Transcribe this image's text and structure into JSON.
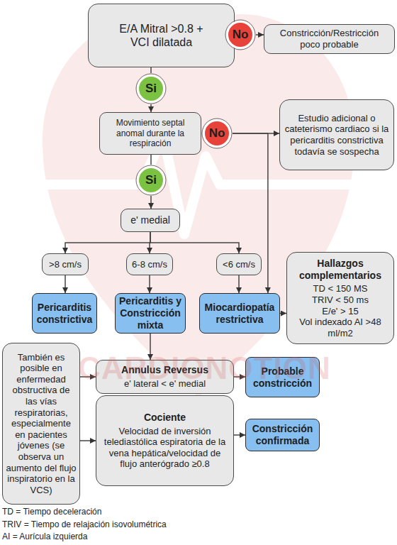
{
  "diagram": {
    "nodes": [
      {
        "text": [
          "E/A Mitral >0.8 + VCI dilatada"
        ]
      },
      {
        "text": [
          "No"
        ]
      },
      {
        "text": [
          "Constricción/Restricción poco probable"
        ]
      },
      {
        "text": [
          "Si"
        ]
      },
      {
        "text": [
          "Movimiento septal anomal durante la respiración"
        ]
      },
      {
        "text": [
          "No"
        ]
      },
      {
        "text": [
          "Estudio adicional o cateterismo cardiaco si la pericarditis constrictiva todavía se sospecha"
        ]
      },
      {
        "text": [
          "Si"
        ]
      },
      {
        "text": [
          "e' medial"
        ]
      },
      {
        "text": [
          ">8 cm/s"
        ]
      },
      {
        "text": [
          "6-8 cm/s"
        ]
      },
      {
        "text": [
          "<6 cm/s"
        ]
      },
      {
        "text": [
          "Pericarditis constrictiva"
        ]
      },
      {
        "text": [
          "Pericarditis y Constricción mixta"
        ]
      },
      {
        "text": [
          "Miocardiopatía restrictiva"
        ]
      },
      {
        "text": [
          "Hallazgos complementarios",
          "TD < 150 MS",
          "TRIV < 50 ms",
          "E/e' > 15",
          "Vol indexado AI >48 ml/m2"
        ]
      },
      {
        "text": [
          "También es posible en enfermedad obstructiva de las vías respiratorias, especialmente en pacientes jóvenes (se observa un aumento del flujo inspiratorio en la VCS)"
        ]
      },
      {
        "text": [
          "Annulus Reversus",
          "e' lateral < e' medial"
        ]
      },
      {
        "text": [
          "Probable constricción"
        ]
      },
      {
        "text": [
          "Cociente",
          "Velocidad de inversión telediastólica espiratoria de la vena hepática/velocidad de flujo anterógrado ≥0.8"
        ]
      },
      {
        "text": [
          "Constricción confirmada"
        ]
      }
    ],
    "edges": [
      {
        "from": 0,
        "to": 1,
        "arrow": "none"
      },
      {
        "from": 1,
        "to": 2,
        "arrow": "to"
      },
      {
        "from": 0,
        "to": 3,
        "arrow": "none"
      },
      {
        "from": 3,
        "to": 4,
        "arrow": "to"
      },
      {
        "from": 4,
        "to": 5,
        "arrow": "none"
      },
      {
        "from": 5,
        "to": 6,
        "arrow": "to"
      },
      {
        "from": 5,
        "to": 14,
        "arrow": "to"
      },
      {
        "from": 4,
        "to": 7,
        "arrow": "none"
      },
      {
        "from": 7,
        "to": 8,
        "arrow": "to"
      },
      {
        "from": 8,
        "to": 9,
        "arrow": "to"
      },
      {
        "from": 8,
        "to": 10,
        "arrow": "to"
      },
      {
        "from": 8,
        "to": 11,
        "arrow": "to"
      },
      {
        "from": 9,
        "to": 12,
        "arrow": "to"
      },
      {
        "from": 10,
        "to": 13,
        "arrow": "to"
      },
      {
        "from": 11,
        "to": 14,
        "arrow": "to"
      },
      {
        "from": 14,
        "to": 15,
        "arrow": "to"
      },
      {
        "from": 13,
        "to": 17,
        "arrow": "to"
      },
      {
        "from": 16,
        "to": 17,
        "arrow": "to"
      },
      {
        "from": 16,
        "to": 19,
        "arrow": "to"
      },
      {
        "from": 17,
        "to": 18,
        "arrow": "to"
      },
      {
        "from": 19,
        "to": 20,
        "arrow": "to"
      }
    ],
    "labels": [
      "TD = Tiempo deceleración",
      "TRIV = Tiempo de relajación isovolumétrica",
      "AI = Aurícula izquierda",
      "CARDIONOTION"
    ]
  }
}
